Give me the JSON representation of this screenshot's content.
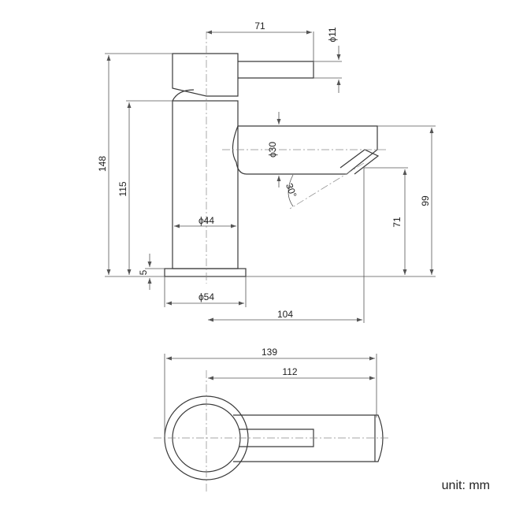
{
  "dimensions": {
    "lever_reach": "71",
    "lever_diameter": "ϕ11",
    "total_height": "148",
    "body_height": "115",
    "spout_diameter": "ϕ30",
    "spout_angle": "30°",
    "body_diameter": "ϕ44",
    "outlet_height": "71",
    "spout_top_height": "99",
    "base_thickness": "5",
    "base_diameter": "ϕ54",
    "spout_projection": "104",
    "plan_overall_length": "139",
    "plan_lever_length": "112"
  },
  "unit_label": "unit: mm"
}
